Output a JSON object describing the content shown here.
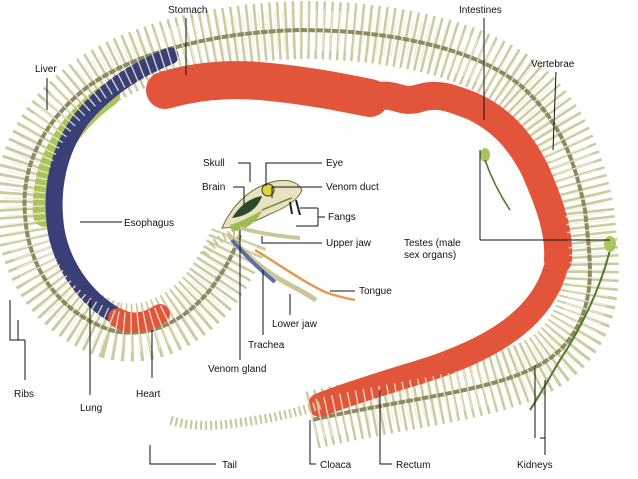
{
  "labels": {
    "stomach": "Stomach",
    "intestines": "Intestines",
    "liver": "Liver",
    "vertebrae": "Vertebrae",
    "skull": "Skull",
    "eye": "Eye",
    "brain": "Brain",
    "venom_duct": "Venom duct",
    "fangs": "Fangs",
    "esophagus": "Esophagus",
    "upper_jaw": "Upper jaw",
    "testes_line1": "Testes (male",
    "testes_line2": "sex organs)",
    "tongue": "Tongue",
    "lower_jaw": "Lower jaw",
    "trachea": "Trachea",
    "venom_gland": "Venom gland",
    "ribs": "Ribs",
    "lung": "Lung",
    "heart": "Heart",
    "tail": "Tail",
    "cloaca": "Cloaca",
    "rectum": "Rectum",
    "kidneys": "Kidneys"
  },
  "colors": {
    "bone": "#c9c79a",
    "bone_dark": "#8c8a62",
    "organ_red": "#e2553b",
    "lung_blue": "#3a3f78",
    "liver_green": "#a9c45a",
    "kidney_green": "#4c7a2a",
    "leader": "#111111"
  }
}
